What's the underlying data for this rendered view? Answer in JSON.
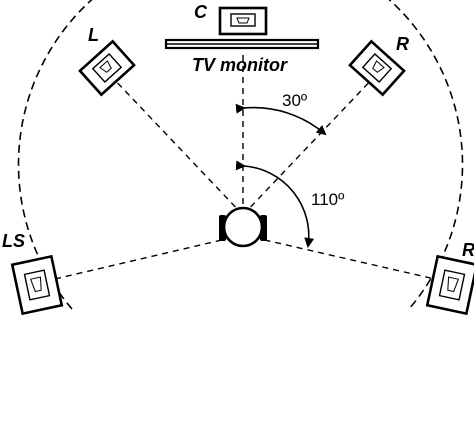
{
  "diagram": {
    "speakers": {
      "center": "C",
      "left": "L",
      "right": "R",
      "left_surround": "LS",
      "right_surround": "RS"
    },
    "monitor_label": "TV monitor",
    "angles": {
      "front": "30º",
      "surround": "110º"
    },
    "colors": {
      "ink": "#000000",
      "background": "#ffffff"
    }
  }
}
